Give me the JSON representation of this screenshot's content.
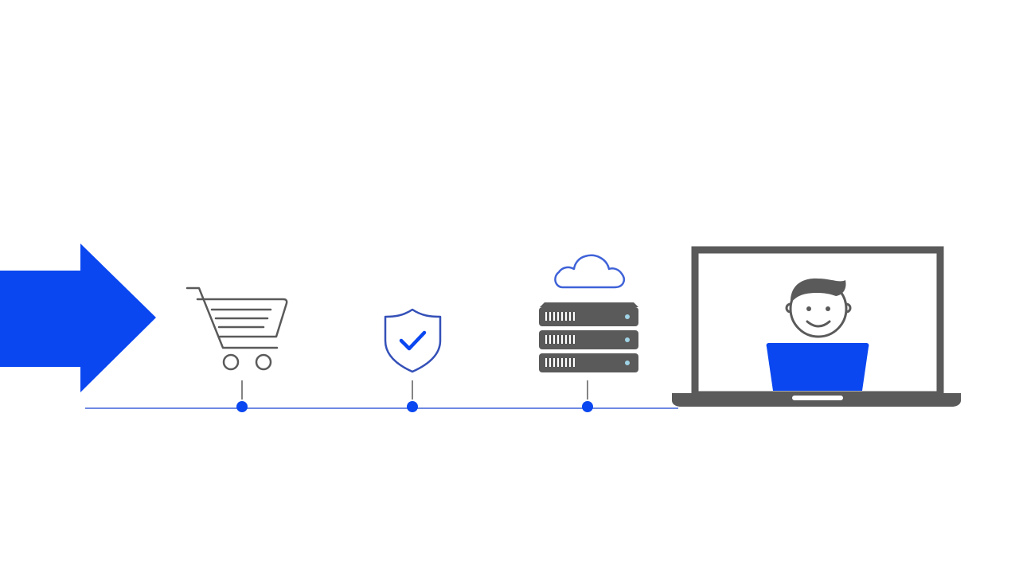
{
  "colors": {
    "accent": "#0a47f0",
    "icon_gray": "#5a5a5a",
    "line_blue": "#3f62d8",
    "shield_outline": "#3450b8",
    "background": "#ffffff"
  },
  "flow": {
    "arrow_icon": "right-arrow-icon",
    "steps": [
      {
        "id": "cart",
        "icon": "shopping-cart-icon"
      },
      {
        "id": "security",
        "icon": "shield-check-icon"
      },
      {
        "id": "hosting",
        "icon": "cloud-server-icon"
      },
      {
        "id": "customer",
        "icon": "laptop-user-icon"
      }
    ]
  }
}
